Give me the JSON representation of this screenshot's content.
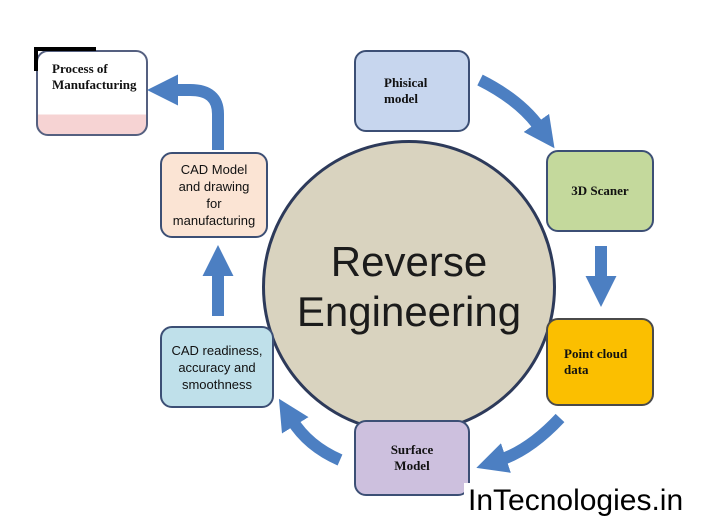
{
  "center": {
    "line1": "Reverse",
    "line2": "Engineering"
  },
  "nodes": {
    "phisical": {
      "line1": "Phisical",
      "line2": "model"
    },
    "scaner": {
      "line1": "3D Scaner"
    },
    "pointcloud": {
      "line1": "Point cloud",
      "line2": "data"
    },
    "surface": {
      "line1": "Surface",
      "line2": "Model"
    },
    "cad_readiness": {
      "line1": "CAD readiness,",
      "line2": "accuracy and",
      "line3": "smoothness"
    },
    "cad_model": {
      "line1": "CAD Model",
      "line2": "and drawing",
      "line3": "for",
      "line4": "manufacturing"
    },
    "process": {
      "line1": "Process of",
      "line2": "Manufacturing"
    }
  },
  "watermark": "InTecnologies.in",
  "colors": {
    "arrow": "#4c7fc2",
    "center_fill": "#d9d3bf",
    "phisical_fill": "#c7d6ee",
    "scaner_fill": "#c4d99c",
    "pointcloud_fill": "#fbbf00",
    "surface_fill": "#cdc0de",
    "cad_readiness_fill": "#bfe0ea",
    "cad_model_fill": "#fbe4d4"
  }
}
